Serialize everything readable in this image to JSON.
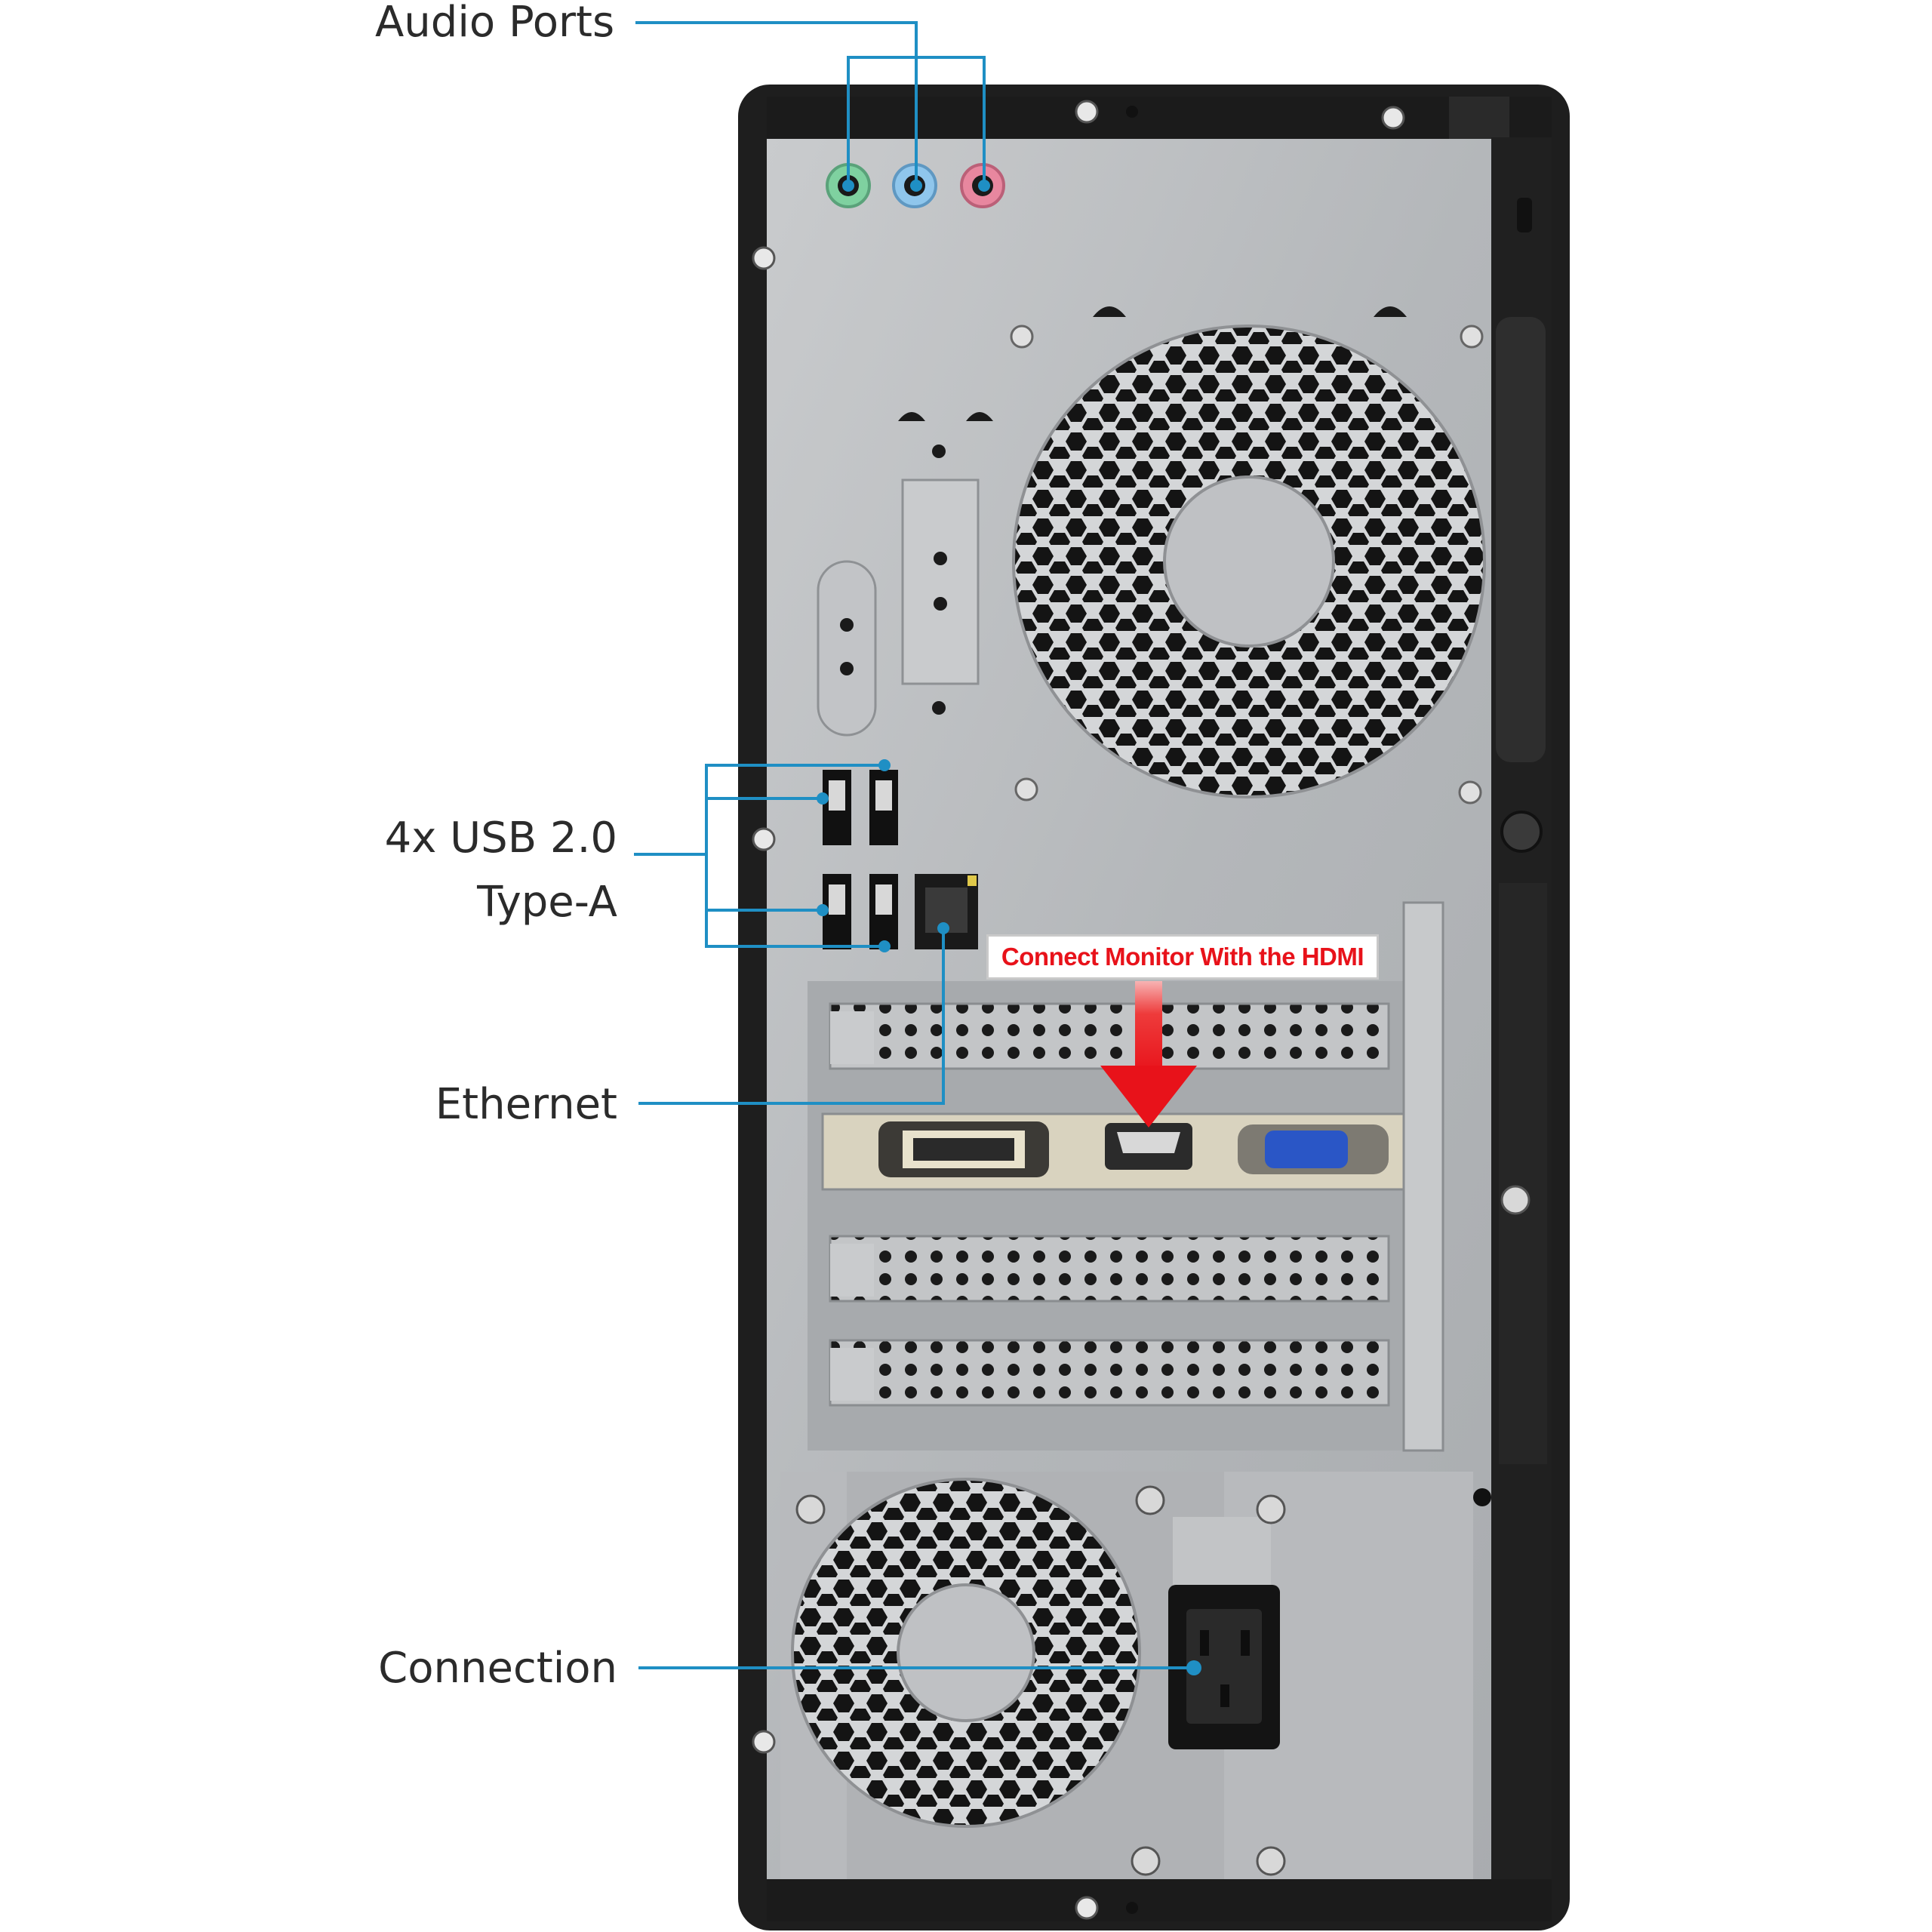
{
  "callouts": {
    "audio_ports": "Audio Ports",
    "usb_line1": "4x USB 2.0",
    "usb_line2": "Type-A",
    "ethernet": "Ethernet",
    "connection": "Connection"
  },
  "banner": {
    "hdmi_instruction": "Connect Monitor With the HDMI"
  },
  "colors": {
    "callout_line": "#1f8fc4",
    "banner_text": "#e8121a",
    "arrow": "#e8121a",
    "chassis_frame": "#1e1e1e",
    "panel_metal": "#b9bcbf",
    "audio_green": "#7fd1a0",
    "audio_blue": "#8fc6ec",
    "audio_pink": "#e8879f",
    "vga_blue": "#2a56c6"
  },
  "icons": [
    "audio-jack-icon",
    "usb-port-icon",
    "ethernet-port-icon",
    "dvi-port-icon",
    "hdmi-port-icon",
    "vga-port-icon",
    "power-socket-icon",
    "fan-grille-icon",
    "arrow-down-icon"
  ]
}
